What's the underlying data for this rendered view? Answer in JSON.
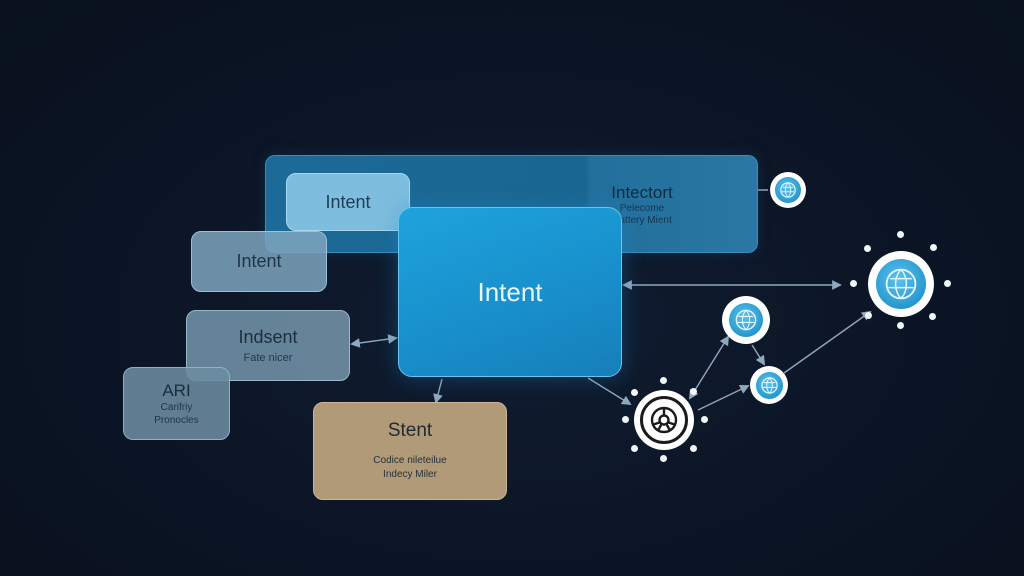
{
  "diagram": {
    "back_panel": {
      "title": "Intectort",
      "sub1": "Pelecome",
      "sub2": "Cattery Mient"
    },
    "box_intent_top": {
      "title": "Intent"
    },
    "box_intent_left": {
      "title": "Intent"
    },
    "box_main": {
      "title": "Intent"
    },
    "box_indsent": {
      "title": "Indsent",
      "sub": "Fate nicer"
    },
    "box_ari": {
      "title": "ARI",
      "sub1": "Carifriy",
      "sub2": "Pronocles"
    },
    "box_stent": {
      "title": "Stent",
      "sub1": "Codice nileteilue",
      "sub2": "Indecy Miler"
    },
    "nodes": [
      {
        "id": "node-1",
        "icon": "globe-icon"
      },
      {
        "id": "node-2",
        "icon": "globe-icon"
      },
      {
        "id": "node-3",
        "icon": "globe-icon"
      },
      {
        "id": "node-4",
        "icon": "globe-icon"
      },
      {
        "id": "node-5",
        "icon": "wheel-icon"
      }
    ],
    "colors": {
      "background": "#0b1424",
      "main_box": "#1a93cf",
      "stent_box": "#b09a78",
      "node_core": "#2798cf",
      "connector": "#8fa8bd"
    }
  }
}
